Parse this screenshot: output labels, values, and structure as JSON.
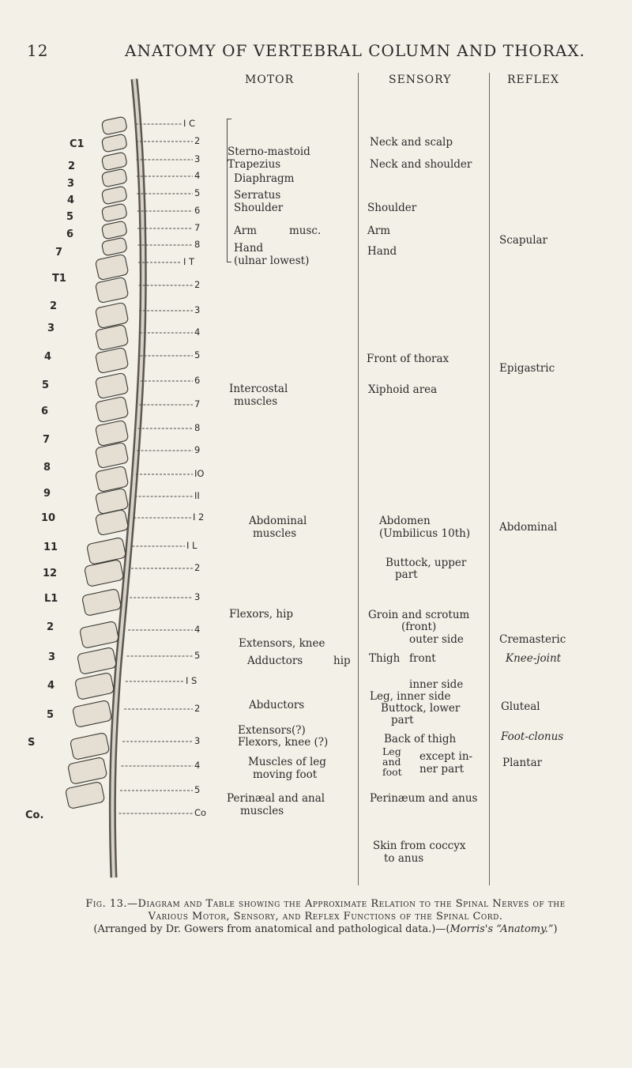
{
  "header": {
    "page_number": "12",
    "title": "ANATOMY OF VERTEBRAL COLUMN AND THORAX."
  },
  "columns": {
    "motor": "MOTOR",
    "sensory": "SENSORY",
    "reflex": "REFLEX"
  },
  "diagram": {
    "cervical_left": [
      "C1",
      "2",
      "3",
      "4",
      "5",
      "6",
      "7"
    ],
    "thoracic_left": [
      "T1",
      "2",
      "3",
      "4",
      "5",
      "6",
      "7",
      "8",
      "9",
      "10",
      "11",
      "12"
    ],
    "lumbar_left": [
      "L1",
      "2",
      "3",
      "4",
      "5"
    ],
    "sacral_left": [
      "S"
    ],
    "coccyx_left": "Co.",
    "right_labels": [
      "I C",
      "2",
      "3",
      "4",
      "5",
      "6",
      "7",
      "8",
      "I T",
      "2",
      "3",
      "4",
      "5",
      "6",
      "7",
      "8",
      "9",
      "IO",
      "II",
      "I 2",
      "I L",
      "2",
      "3",
      "4",
      "5",
      "I S",
      "2",
      "3",
      "4",
      "5",
      "Co"
    ]
  },
  "motor": {
    "sterno": "Sterno-mastoid",
    "trapezius": "Trapezius",
    "diaphragm": "Diaphragm",
    "serratus": "Serratus",
    "shoulder": "Shoulder",
    "arm": "Arm",
    "musc": "musc.",
    "hand": "Hand",
    "ulnar": "(ulnar lowest)",
    "intercostal": "Intercostal",
    "intercostal2": "muscles",
    "abdominal": "Abdominal",
    "abdominal2": "muscles",
    "flexors_hip": "Flexors, hip",
    "extensors_knee": "Extensors, knee",
    "adductors": "Adductors",
    "hip": "hip",
    "abductors": "Abductors",
    "extensors_q": "Extensors(?)",
    "flexors_knee": "Flexors, knee (?)",
    "muscles_leg": "Muscles of leg",
    "moving_foot": "moving foot",
    "perineal": "Perinæal and anal",
    "perineal2": "muscles"
  },
  "sensory": {
    "neck_scalp": "Neck and scalp",
    "neck_shoulder": "Neck and shoulder",
    "shoulder": "Shoulder",
    "arm": "Arm",
    "hand": "Hand",
    "front_thorax": "Front of thorax",
    "xiphoid": "Xiphoid area",
    "abdomen": "Abdomen",
    "umbilicus": "(Umbilicus 10th)",
    "buttock_upper": "Buttock, upper",
    "part": "part",
    "groin": "Groin and scrotum",
    "front_paren": "(front)",
    "outer_side": "outer side",
    "thigh": "Thigh",
    "front": "front",
    "inner_side": "inner side",
    "leg_inner": "Leg, inner side",
    "buttock_lower": "Buttock, lower",
    "part2": "part",
    "back_thigh": "Back of thigh",
    "leg": "Leg",
    "and": "and",
    "foot": "foot",
    "except": "except in-",
    "ner_part": "ner part",
    "perineum": "Perinæum and anus",
    "skin_coccyx": "Skin from coccyx",
    "to_anus": "to anus"
  },
  "reflex": {
    "scapular": "Scapular",
    "epigastric": "Epigastric",
    "abdominal": "Abdominal",
    "cremasteric": "Cremasteric",
    "knee_joint": "Knee-joint",
    "gluteal": "Gluteal",
    "foot_clonus": "Foot-clonus",
    "plantar": "Plantar"
  },
  "caption": {
    "fig": "Fig. 13.",
    "line1": "—Diagram and Table showing the Approximate Relation to the Spinal Nerves of the Various Motor, Sensory, and Reflex Functions of the Spinal Cord.",
    "line2": "(Arranged by Dr. Gowers from anatomical and pathological data.)—(",
    "source_author": "Morris's",
    "source_title": "“Anatomy.”",
    "closing": ")"
  }
}
